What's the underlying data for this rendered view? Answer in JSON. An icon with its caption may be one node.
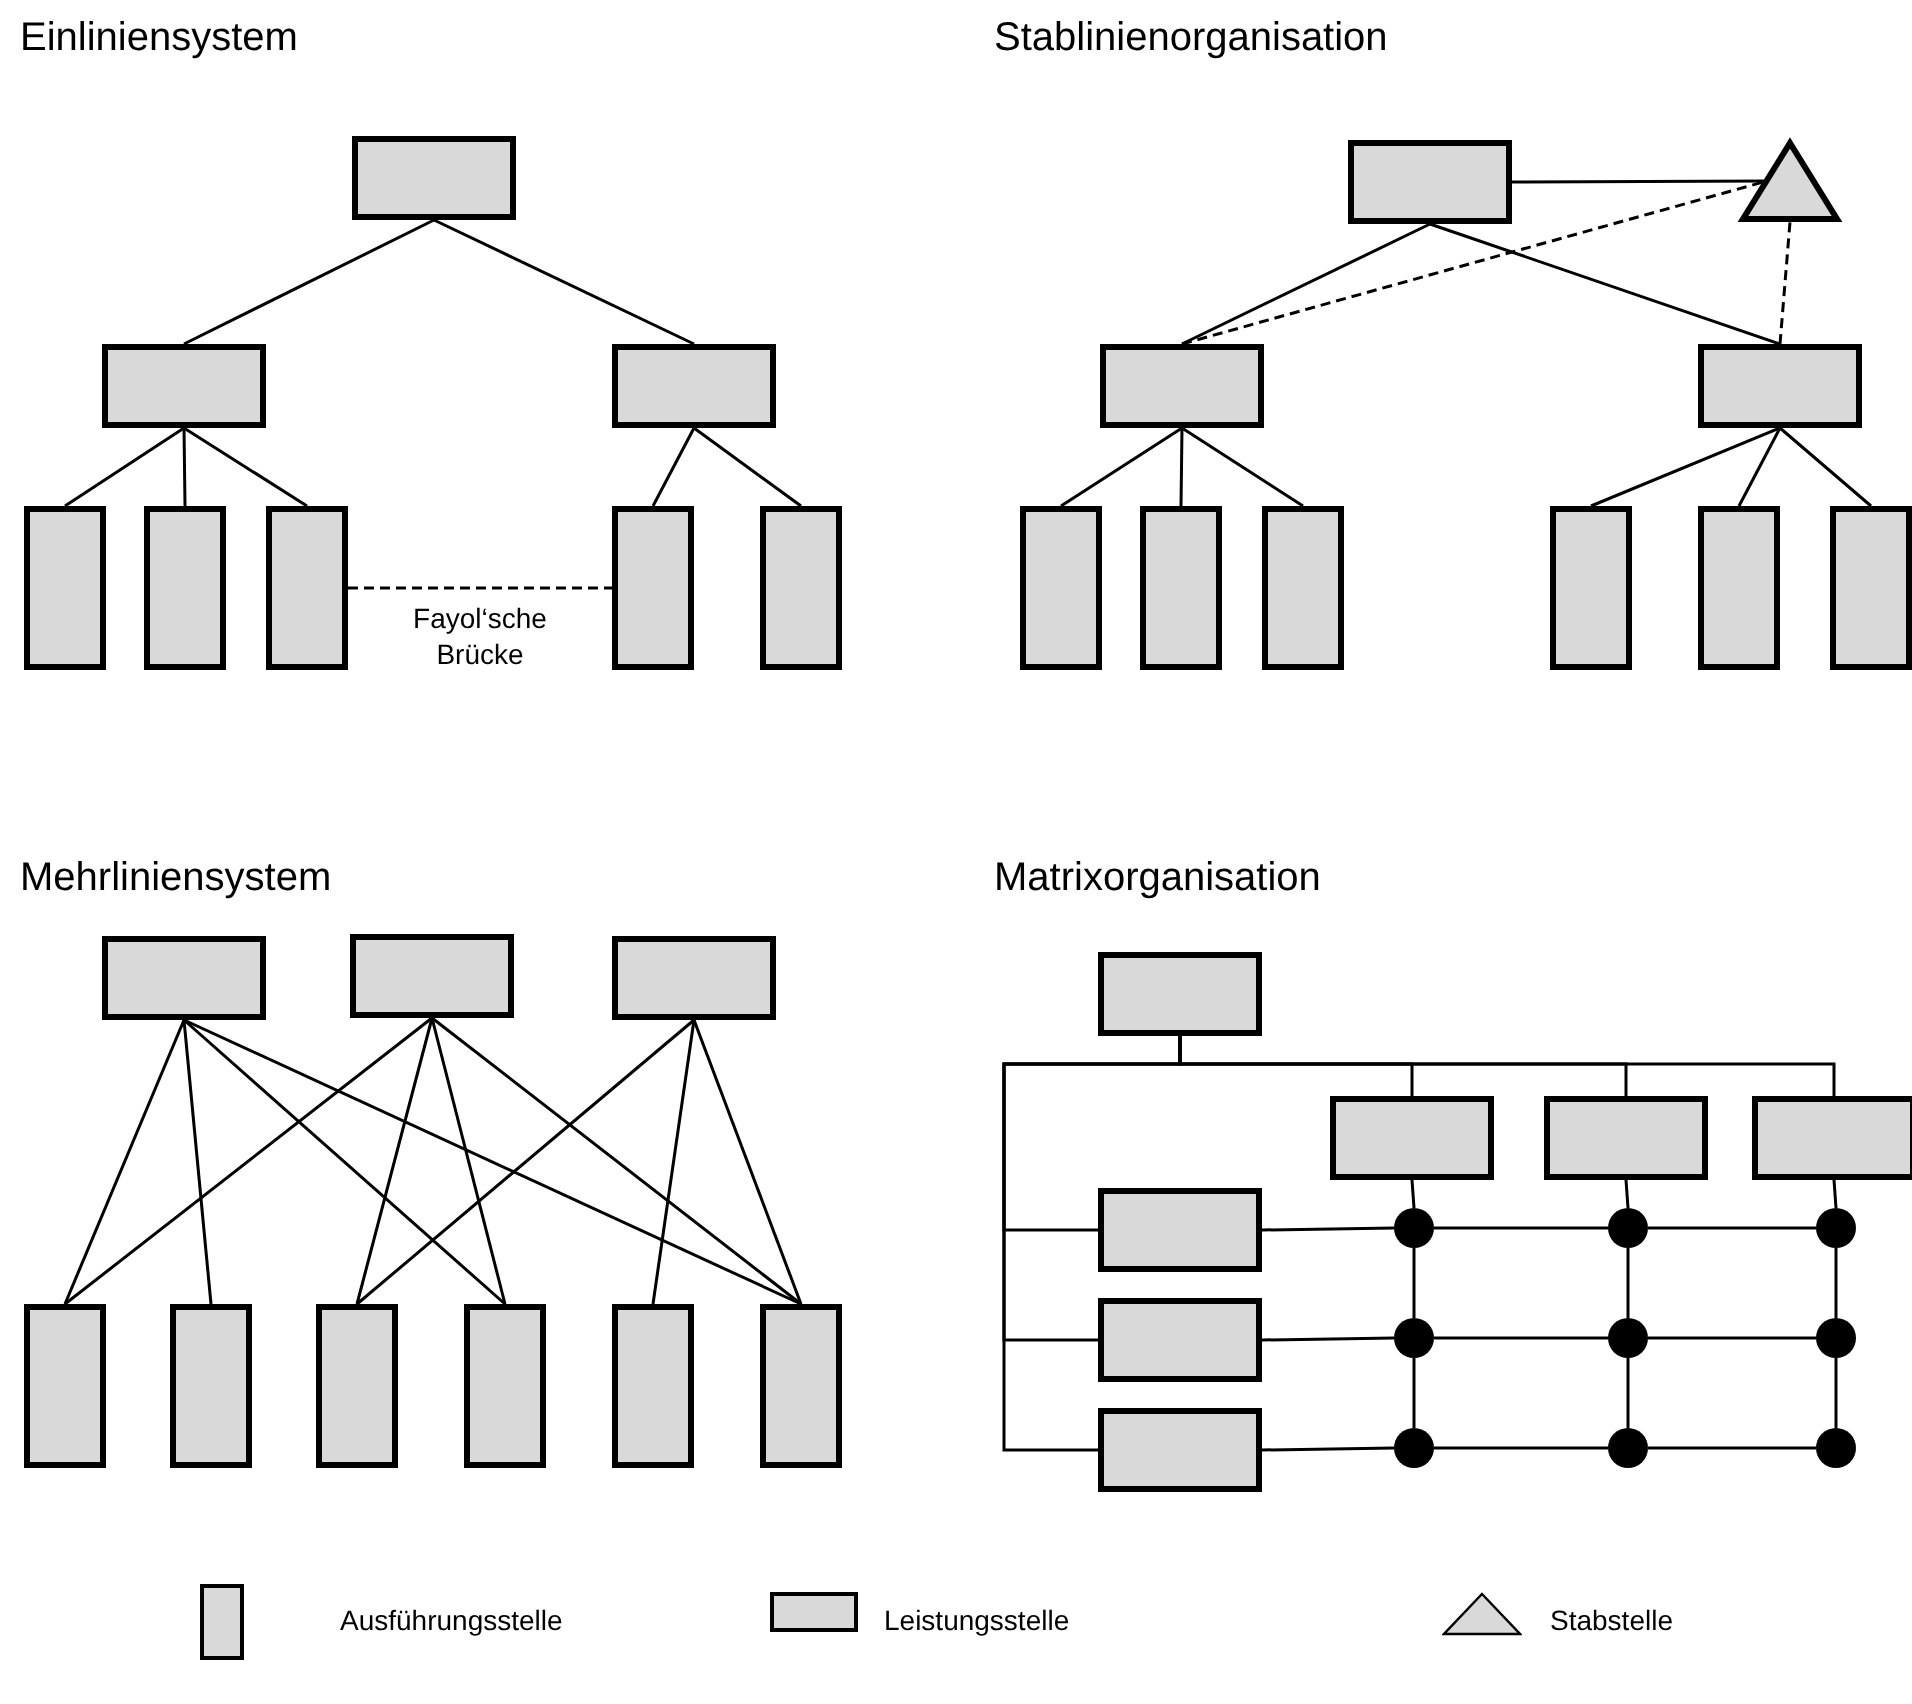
{
  "diagram": {
    "nodes": [
      {
        "text": [],
        "shape": "box"
      },
      {
        "text": [],
        "shape": "box"
      },
      {
        "text": [],
        "shape": "box"
      },
      {
        "text": [],
        "shape": "box"
      },
      {
        "text": [],
        "shape": "box"
      },
      {
        "text": [],
        "shape": "box"
      },
      {
        "text": [],
        "shape": "box"
      },
      {
        "text": [],
        "shape": "box"
      },
      {
        "text": [],
        "shape": "box"
      },
      {
        "text": [],
        "shape": "triangle"
      },
      {
        "text": [],
        "shape": "box"
      },
      {
        "text": [],
        "shape": "box"
      },
      {
        "text": [],
        "shape": "box"
      },
      {
        "text": [],
        "shape": "box"
      },
      {
        "text": [],
        "shape": "box"
      },
      {
        "text": [],
        "shape": "box"
      },
      {
        "text": [],
        "shape": "box"
      },
      {
        "text": [],
        "shape": "box"
      },
      {
        "text": [],
        "shape": "box"
      },
      {
        "text": [],
        "shape": "box"
      },
      {
        "text": [],
        "shape": "box"
      },
      {
        "text": [],
        "shape": "box"
      },
      {
        "text": [],
        "shape": "box"
      },
      {
        "text": [],
        "shape": "box"
      },
      {
        "text": [],
        "shape": "box"
      },
      {
        "text": [],
        "shape": "box"
      },
      {
        "text": [],
        "shape": "box"
      },
      {
        "text": [],
        "shape": "box"
      },
      {
        "text": [],
        "shape": "box"
      },
      {
        "text": [],
        "shape": "box"
      },
      {
        "text": [],
        "shape": "box"
      },
      {
        "text": [],
        "shape": "box"
      },
      {
        "text": [],
        "shape": "box"
      },
      {
        "text": [],
        "shape": "box"
      },
      {
        "text": [],
        "shape": "circle"
      },
      {
        "text": [],
        "shape": "circle"
      },
      {
        "text": [],
        "shape": "circle"
      },
      {
        "text": [],
        "shape": "circle"
      },
      {
        "text": [],
        "shape": "circle"
      },
      {
        "text": [],
        "shape": "circle"
      },
      {
        "text": [],
        "shape": "circle"
      },
      {
        "text": [],
        "shape": "circle"
      },
      {
        "text": [],
        "shape": "circle"
      }
    ],
    "edges": [
      {
        "from": 0,
        "to": 1,
        "arrow": "none"
      },
      {
        "from": 0,
        "to": 2,
        "arrow": "none"
      },
      {
        "from": 1,
        "to": 3,
        "arrow": "none"
      },
      {
        "from": 1,
        "to": 4,
        "arrow": "none"
      },
      {
        "from": 1,
        "to": 5,
        "arrow": "none"
      },
      {
        "from": 2,
        "to": 6,
        "arrow": "none"
      },
      {
        "from": 2,
        "to": 7,
        "arrow": "none"
      },
      {
        "from": 5,
        "to": 6,
        "arrow": "none",
        "style": "dashed",
        "label": "Fayol‘sche Brücke"
      },
      {
        "from": 8,
        "to": 9,
        "arrow": "none"
      },
      {
        "from": 8,
        "to": 10,
        "arrow": "none"
      },
      {
        "from": 8,
        "to": 11,
        "arrow": "none"
      },
      {
        "from": 10,
        "to": 9,
        "arrow": "none",
        "style": "dashed"
      },
      {
        "from": 11,
        "to": 9,
        "arrow": "none",
        "style": "dashed"
      },
      {
        "from": 10,
        "to": 12,
        "arrow": "none"
      },
      {
        "from": 10,
        "to": 13,
        "arrow": "none"
      },
      {
        "from": 10,
        "to": 14,
        "arrow": "none"
      },
      {
        "from": 11,
        "to": 15,
        "arrow": "none"
      },
      {
        "from": 11,
        "to": 16,
        "arrow": "none"
      },
      {
        "from": 11,
        "to": 17,
        "arrow": "none"
      },
      {
        "from": 18,
        "to": 21,
        "arrow": "none"
      },
      {
        "from": 18,
        "to": 22,
        "arrow": "none"
      },
      {
        "from": 18,
        "to": 24,
        "arrow": "none"
      },
      {
        "from": 18,
        "to": 26,
        "arrow": "none"
      },
      {
        "from": 19,
        "to": 21,
        "arrow": "none"
      },
      {
        "from": 19,
        "to": 23,
        "arrow": "none"
      },
      {
        "from": 19,
        "to": 24,
        "arrow": "none"
      },
      {
        "from": 19,
        "to": 26,
        "arrow": "none"
      },
      {
        "from": 20,
        "to": 23,
        "arrow": "none"
      },
      {
        "from": 20,
        "to": 25,
        "arrow": "none"
      },
      {
        "from": 20,
        "to": 26,
        "arrow": "none"
      },
      {
        "from": 27,
        "to": 28,
        "arrow": "none"
      },
      {
        "from": 27,
        "to": 29,
        "arrow": "none"
      },
      {
        "from": 27,
        "to": 30,
        "arrow": "none"
      },
      {
        "from": 27,
        "to": 31,
        "arrow": "none"
      },
      {
        "from": 27,
        "to": 32,
        "arrow": "none"
      },
      {
        "from": 27,
        "to": 33,
        "arrow": "none"
      },
      {
        "from": 28,
        "to": 34,
        "arrow": "none"
      },
      {
        "from": 34,
        "to": 37,
        "arrow": "none"
      },
      {
        "from": 37,
        "to": 40,
        "arrow": "none"
      },
      {
        "from": 29,
        "to": 35,
        "arrow": "none"
      },
      {
        "from": 35,
        "to": 38,
        "arrow": "none"
      },
      {
        "from": 38,
        "to": 41,
        "arrow": "none"
      },
      {
        "from": 30,
        "to": 36,
        "arrow": "none"
      },
      {
        "from": 36,
        "to": 39,
        "arrow": "none"
      },
      {
        "from": 39,
        "to": 42,
        "arrow": "none"
      },
      {
        "from": 31,
        "to": 34,
        "arrow": "none"
      },
      {
        "from": 34,
        "to": 35,
        "arrow": "none"
      },
      {
        "from": 35,
        "to": 36,
        "arrow": "none"
      },
      {
        "from": 32,
        "to": 37,
        "arrow": "none"
      },
      {
        "from": 37,
        "to": 38,
        "arrow": "none"
      },
      {
        "from": 38,
        "to": 39,
        "arrow": "none"
      },
      {
        "from": 33,
        "to": 40,
        "arrow": "none"
      },
      {
        "from": 40,
        "to": 41,
        "arrow": "none"
      },
      {
        "from": 41,
        "to": 42,
        "arrow": "none"
      }
    ],
    "labels": [
      "Einliniensystem",
      "Stablinienorganisation",
      "Mehrliniensystem",
      "Matrixorganisation"
    ],
    "legend": [
      {
        "text": "Ausführungsstelle"
      },
      {
        "text": "Leistungsstelle"
      },
      {
        "text": "Stabstelle"
      }
    ]
  }
}
